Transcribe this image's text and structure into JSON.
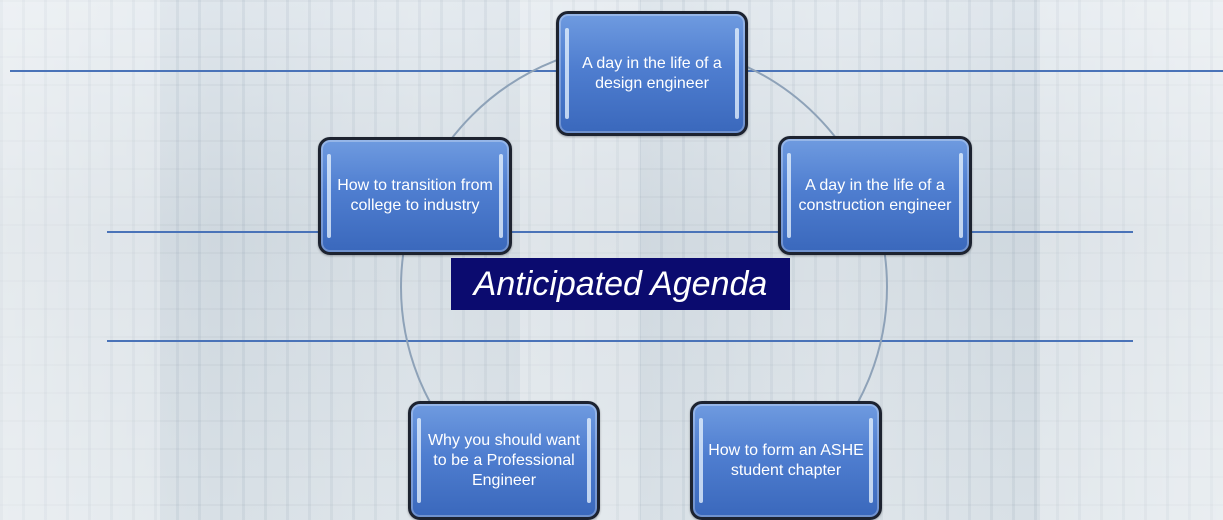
{
  "title": "Anticipated Agenda",
  "colors": {
    "node_fill": "#4f7ed0",
    "node_border": "#1d2330",
    "rule_line": "#4a73b8",
    "ring": "#8ea2b8",
    "title_bg": "#0b0b6f",
    "title_text": "#ffffff"
  },
  "nodes": [
    {
      "label": "A day in the life of a design engineer"
    },
    {
      "label": "A day in the life of a construction engineer"
    },
    {
      "label": "How to form an ASHE student chapter"
    },
    {
      "label": "Why you should want to be a Professional Engineer"
    },
    {
      "label": "How to transition from college to industry"
    }
  ]
}
